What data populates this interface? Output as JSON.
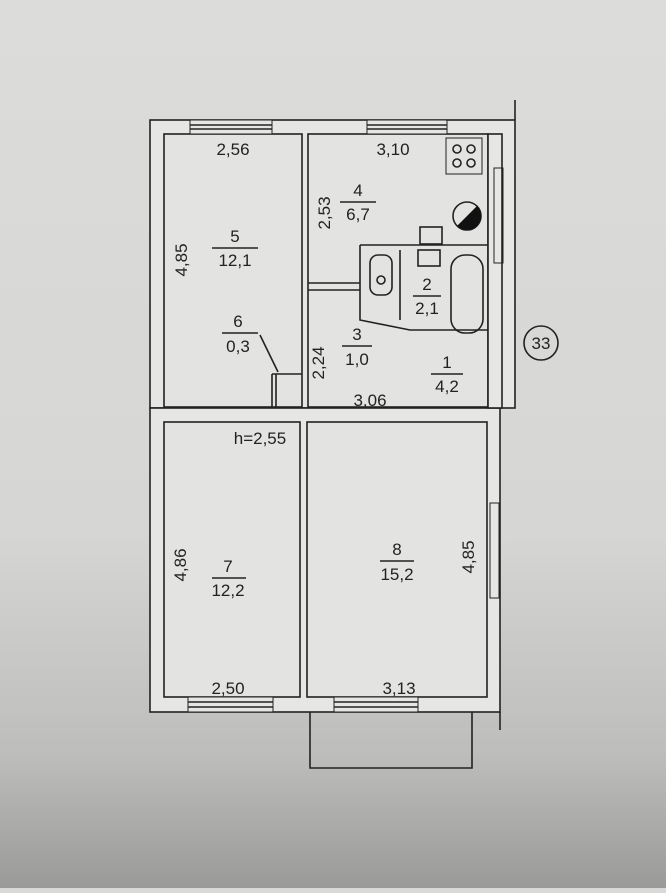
{
  "plan": {
    "apartment_number": "33",
    "ceiling_height": "h=2,55",
    "rooms": [
      {
        "number": "1",
        "area": "4,2"
      },
      {
        "number": "2",
        "area": "2,1"
      },
      {
        "number": "3",
        "area": "1,0"
      },
      {
        "number": "4",
        "area": "6,7"
      },
      {
        "number": "5",
        "area": "12,1"
      },
      {
        "number": "6",
        "area": "0,3"
      },
      {
        "number": "7",
        "area": "12,2"
      },
      {
        "number": "8",
        "area": "15,2"
      }
    ],
    "dimensions": {
      "room5_width": "2,56",
      "room4_width": "3,10",
      "room5_length": "4,85",
      "room4_length": "2,53",
      "corridor_length": "2,24",
      "corridor_width": "3,06",
      "room7_length": "4,86",
      "room8_length": "4,85",
      "room7_width": "2,50",
      "room8_width": "3,13"
    },
    "icons": [
      "stove-icon",
      "boiler-icon",
      "toilet-icon",
      "bathtub-icon",
      "sink-icon",
      "window-icon"
    ]
  }
}
